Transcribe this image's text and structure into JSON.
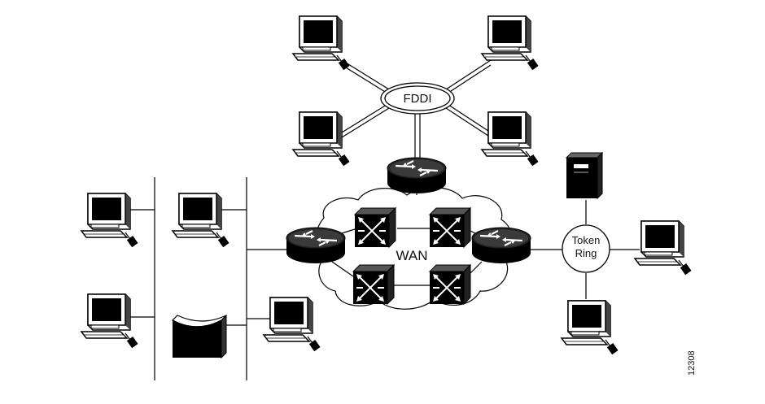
{
  "labels": {
    "fddi": "FDDI",
    "wan": "WAN",
    "token_ring_line1": "Token",
    "token_ring_line2": "Ring",
    "figure_id": "12308"
  },
  "icons": {
    "workstation": "workstation-icon",
    "router": "router-icon",
    "switch": "atm-switch-icon",
    "server": "server-icon",
    "hub": "hub-icon"
  }
}
